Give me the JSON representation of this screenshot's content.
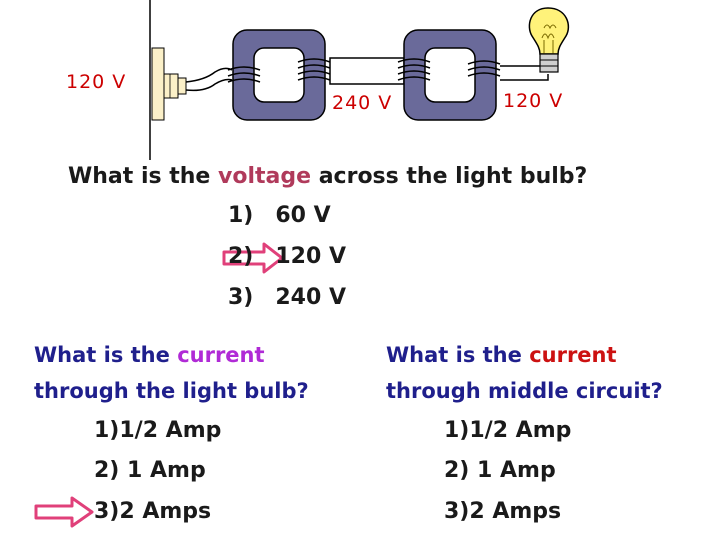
{
  "diagram": {
    "labels": {
      "source_voltage": "120 V",
      "middle_voltage": "240 V",
      "bulb_voltage": "120 V"
    },
    "colors": {
      "core": "#6a6a9a",
      "core_inner": "#ffffff",
      "wire": "#000000",
      "voltage_label": "#cc0000",
      "arrow": "#e0407a",
      "bulb": "#fff27a"
    }
  },
  "question1": {
    "prefix": "What is the ",
    "highlight": "voltage",
    "suffix": " across the light bulb?",
    "options": [
      {
        "num": "1)",
        "text": "60 V"
      },
      {
        "num": "2)",
        "text": "120 V"
      },
      {
        "num": "3)",
        "text": "240 V"
      }
    ],
    "selected_option": 2
  },
  "question2": {
    "line1_prefix": "What is the ",
    "line1_highlight": "current",
    "line2": "through the light bulb?",
    "options": [
      "1)1/2 Amp",
      "2) 1 Amp",
      "3)2 Amps"
    ],
    "selected_option": 3
  },
  "question3": {
    "line1_prefix": "What is the ",
    "line1_highlight": "current",
    "line2": "through middle circuit?",
    "options": [
      "1)1/2 Amp",
      "2) 1 Amp",
      "3)2 Amps"
    ]
  }
}
